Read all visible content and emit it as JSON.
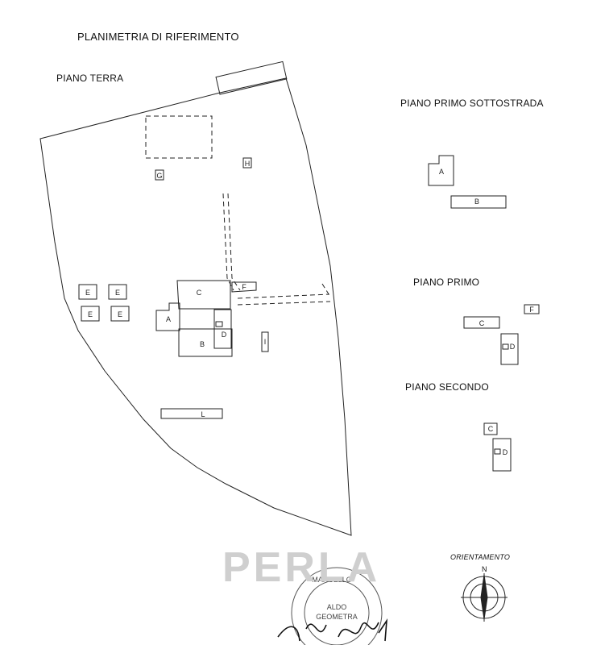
{
  "title": "PLANIMETRIA DI RIFERIMENTO",
  "floors": {
    "piano_terra": "PIANO TERRA",
    "piano_primo_sottostrada": "PIANO PRIMO SOTTOSTRADA",
    "piano_primo": "PIANO PRIMO",
    "piano_secondo": "PIANO SECONDO"
  },
  "buildings": {
    "A": "A",
    "B": "B",
    "C": "C",
    "D": "D",
    "E": "E",
    "F": "F",
    "G": "G",
    "H": "H",
    "I": "I",
    "L": "L"
  },
  "orientation": {
    "label": "ORIENTAMENTO",
    "north": "N"
  },
  "watermark": "PERLA",
  "stamp": {
    "ring_text": "MARCELLO",
    "line1": "ALDO",
    "line2": "GEOMETRA"
  }
}
